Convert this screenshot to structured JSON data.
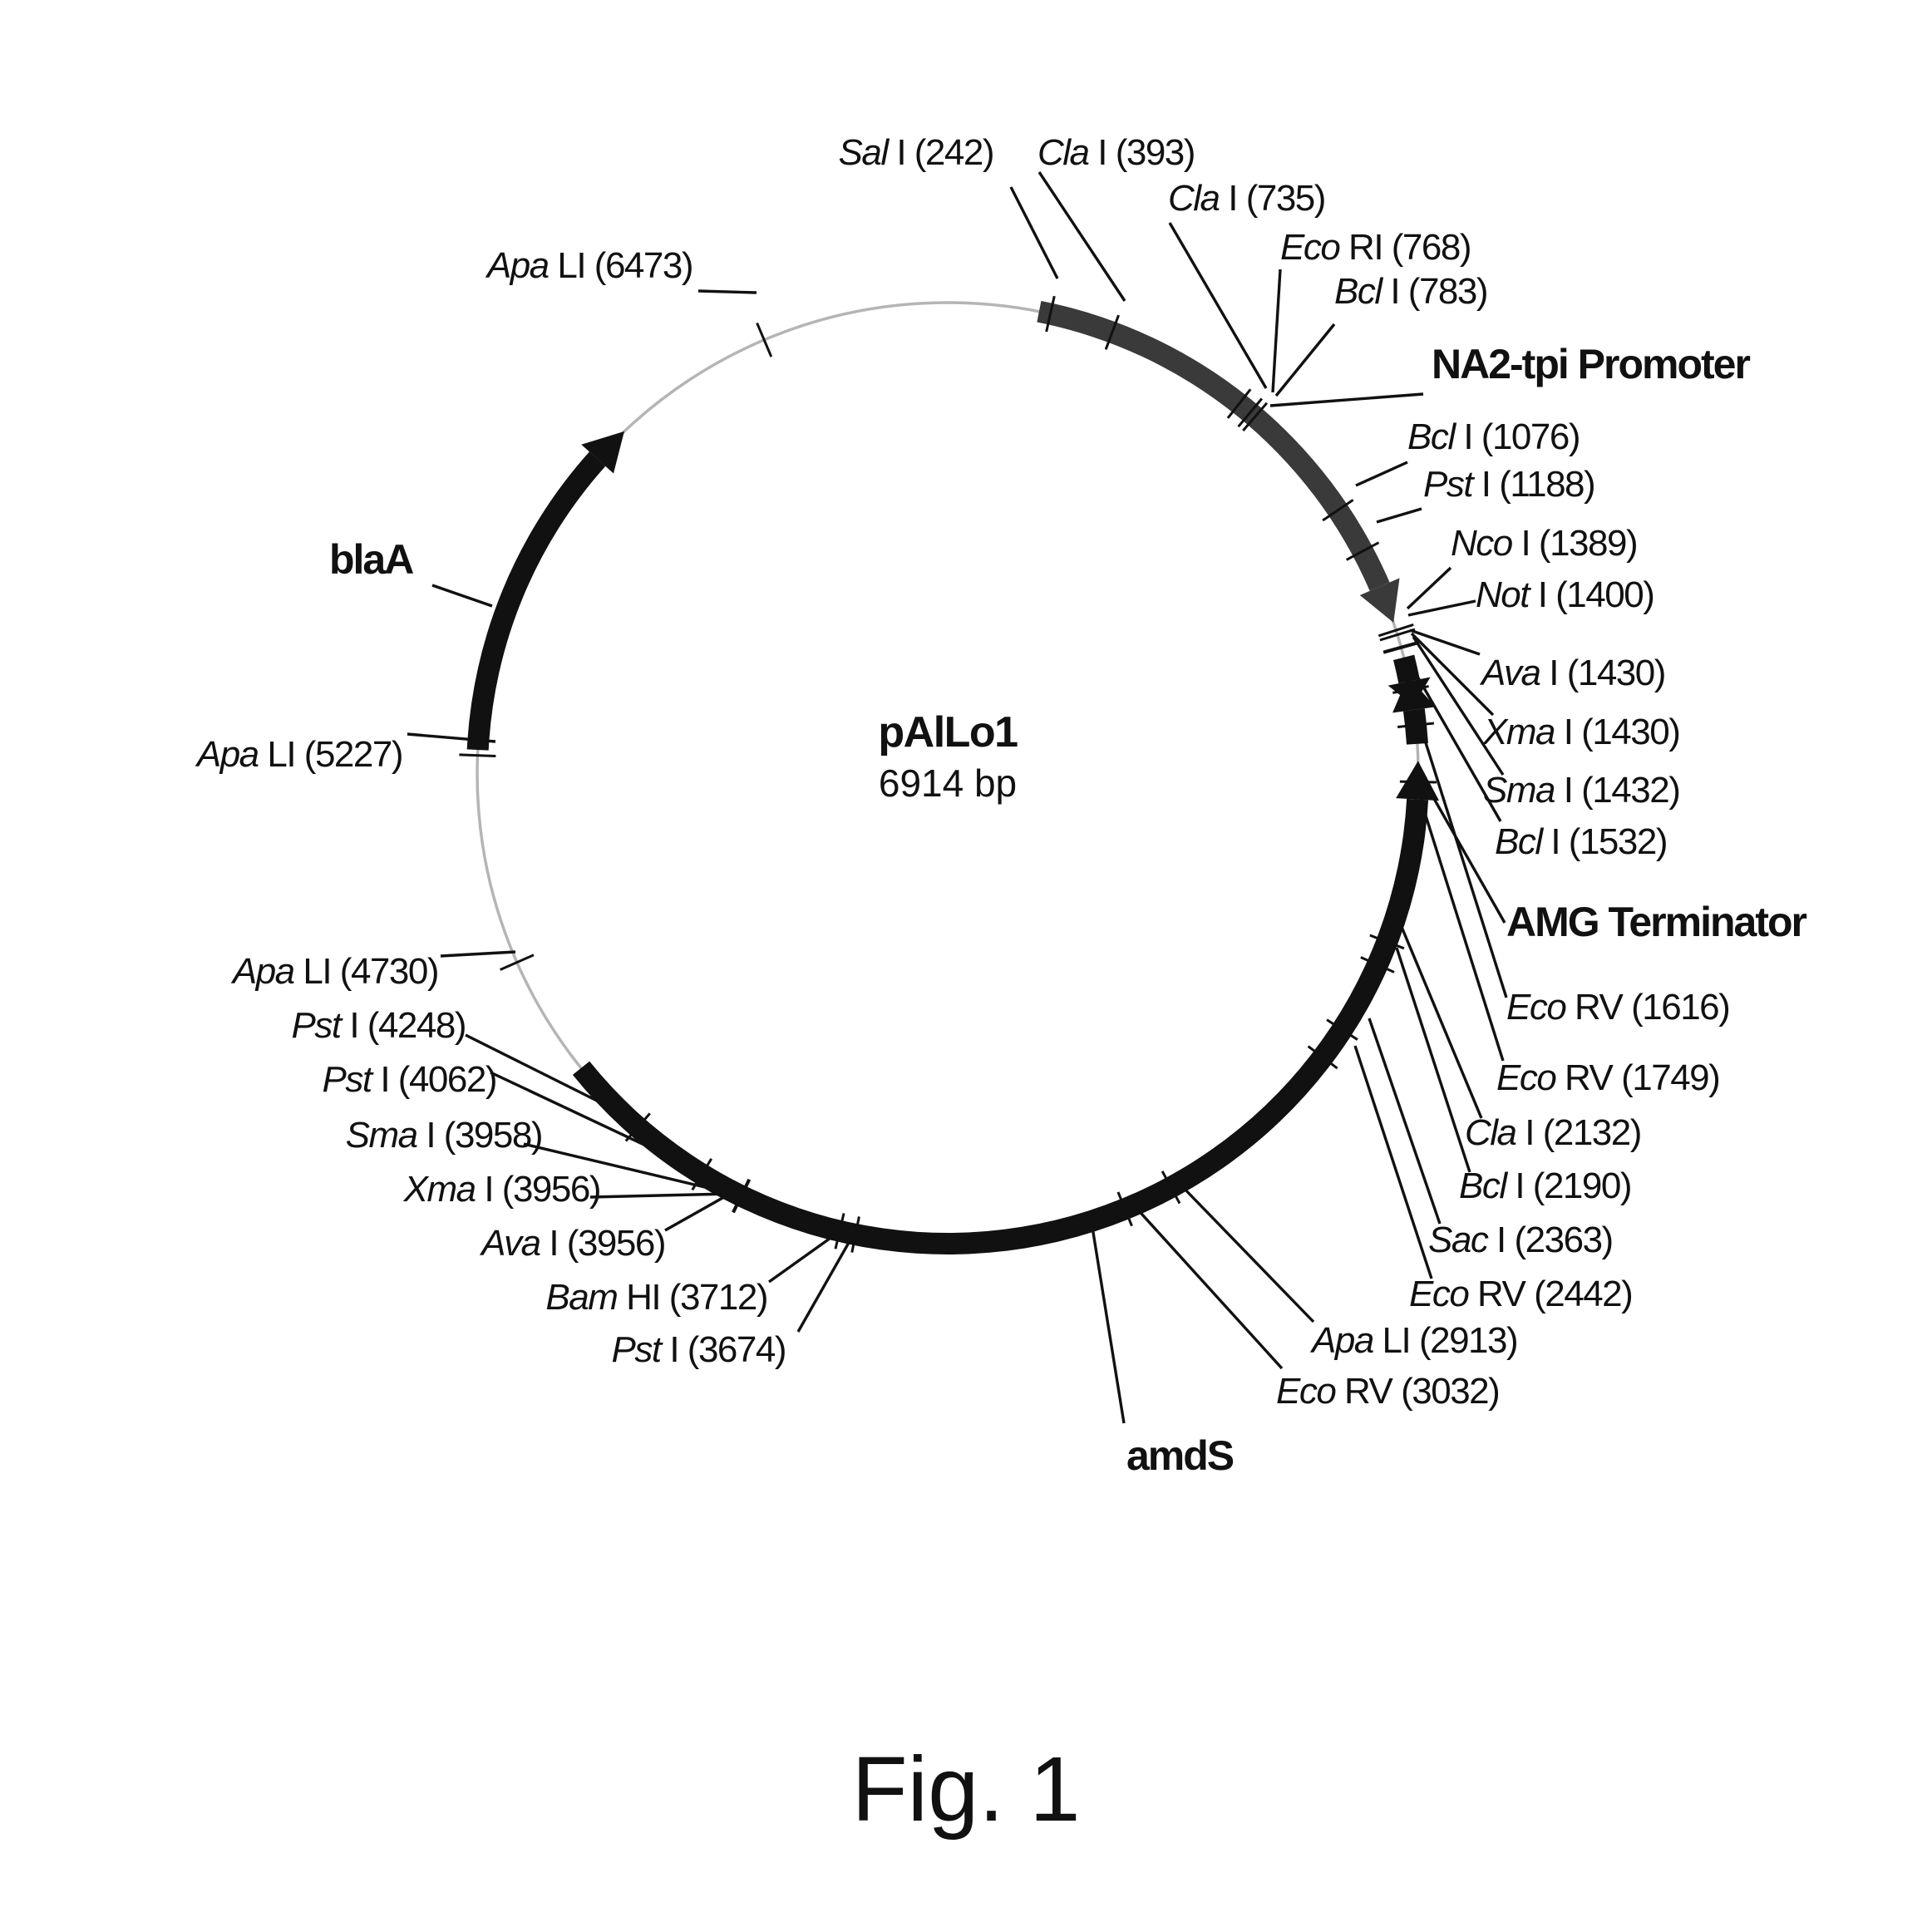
{
  "plasmid": {
    "name": "pAlLo1",
    "size_text": "6914 bp",
    "length": 6914
  },
  "caption": "Fig. 1",
  "features": [
    {
      "name": "NA2-tpi Promoter",
      "start": 215,
      "end": 1370,
      "direction": "cw",
      "fill": "#3a3a3a"
    },
    {
      "name": "",
      "start": 1455,
      "end": 1570,
      "direction": "cw",
      "fill": "#111111"
    },
    {
      "name": "AMG Terminator",
      "start": 1500,
      "end": 1660,
      "direction": "ccw",
      "fill": "#111111"
    },
    {
      "name": "amdS",
      "start": 1700,
      "end": 4440,
      "direction": "ccw",
      "fill": "#111111"
    },
    {
      "name": "blaA",
      "start": 5240,
      "end": 6080,
      "direction": "cw",
      "fill": "#111111"
    }
  ],
  "sites": [
    {
      "enzyme": "Sal",
      "suffix": " I (242)"
    },
    {
      "enzyme": "Cla",
      "suffix": " I (393)"
    },
    {
      "enzyme": "Cla",
      "suffix": " I (735)"
    },
    {
      "enzyme": "Eco",
      "suffix": " RI (768)"
    },
    {
      "enzyme": "Bcl",
      "suffix": " I (783)"
    },
    {
      "enzyme": "Bcl",
      "suffix": " I (1076)"
    },
    {
      "enzyme": "Pst",
      "suffix": " I (1188)"
    },
    {
      "enzyme": "Nco",
      "suffix": " I (1389)"
    },
    {
      "enzyme": "Not",
      "suffix": " I (1400)"
    },
    {
      "enzyme": "Ava",
      "suffix": " I (1430)"
    },
    {
      "enzyme": "Xma",
      "suffix": " I (1430)"
    },
    {
      "enzyme": "Sma",
      "suffix": " I (1432)"
    },
    {
      "enzyme": "Bcl",
      "suffix": " I (1532)"
    },
    {
      "enzyme": "Eco",
      "suffix": " RV (1616)"
    },
    {
      "enzyme": "Eco",
      "suffix": " RV (1749)"
    },
    {
      "enzyme": "Cla",
      "suffix": " I (2132)"
    },
    {
      "enzyme": "Bcl",
      "suffix": " I (2190)"
    },
    {
      "enzyme": "Sac",
      "suffix": " I (2363)"
    },
    {
      "enzyme": "Eco",
      "suffix": " RV (2442)"
    },
    {
      "enzyme": "Apa",
      "suffix": " LI (2913)"
    },
    {
      "enzyme": "Eco",
      "suffix": " RV (3032)"
    },
    {
      "enzyme": "Pst",
      "suffix": " I (3674)"
    },
    {
      "enzyme": "Bam",
      "suffix": " HI (3712)"
    },
    {
      "enzyme": "Ava",
      "suffix": " I (3956)"
    },
    {
      "enzyme": "Xma",
      "suffix": " I (3956)"
    },
    {
      "enzyme": "Sma",
      "suffix": " I (3958)"
    },
    {
      "enzyme": "Pst",
      "suffix": " I (4062)"
    },
    {
      "enzyme": "Pst",
      "suffix": " I (4248)"
    },
    {
      "enzyme": "Apa",
      "suffix": " LI (4730)"
    },
    {
      "enzyme": "Apa",
      "suffix": " LI (5227)"
    },
    {
      "enzyme": "Apa",
      "suffix": " LI (6473)"
    }
  ],
  "colors": {
    "ink": "#111111",
    "backbone": "#b5b5b5",
    "promoter": "#3a3a3a"
  }
}
